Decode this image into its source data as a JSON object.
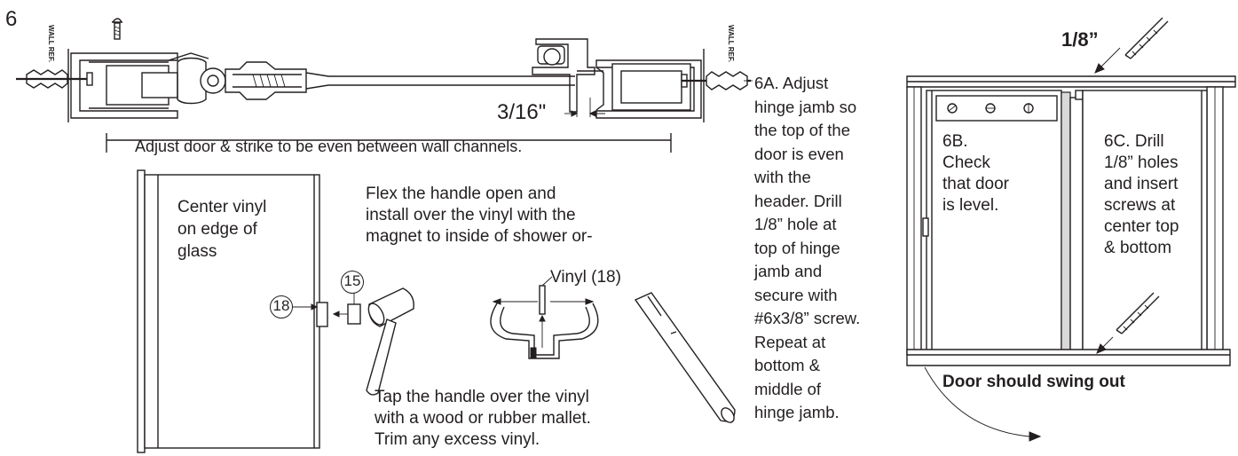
{
  "step": {
    "number": "6"
  },
  "labels": {
    "wall_ref": "WALL REF.",
    "gap": "3/16\"",
    "adjust_even": "Adjust door & strike to be even between wall channels.",
    "center_vinyl": [
      "Center vinyl",
      "on edge of",
      "glass"
    ],
    "flex_handle": [
      "Flex the handle open and",
      "install over the vinyl with the",
      "magnet to inside of shower or-"
    ],
    "part_15": "15",
    "part_18": "18",
    "vinyl_18": "Vinyl (18)",
    "tap_handle": [
      "Tap the handle over the vinyl",
      "with a wood or rubber mallet.",
      "Trim any excess vinyl."
    ],
    "step_6a": [
      "6A.  Adjust",
      "hinge jamb so",
      "the top of the",
      "door is even",
      "with the",
      "header. Drill",
      "1/8” hole at",
      "top of hinge",
      "jamb and",
      "secure with",
      "#6x3/8” screw.",
      "Repeat at",
      "bottom &",
      "middle of",
      "hinge jamb."
    ],
    "drill_size": "1/8”",
    "step_6b": [
      "6B.",
      "Check",
      "that door",
      "is level."
    ],
    "step_6c": [
      "6C. Drill",
      "1/8” holes",
      "and insert",
      "screws at",
      "center top",
      "& bottom"
    ],
    "swing_out": "Door should swing out"
  }
}
